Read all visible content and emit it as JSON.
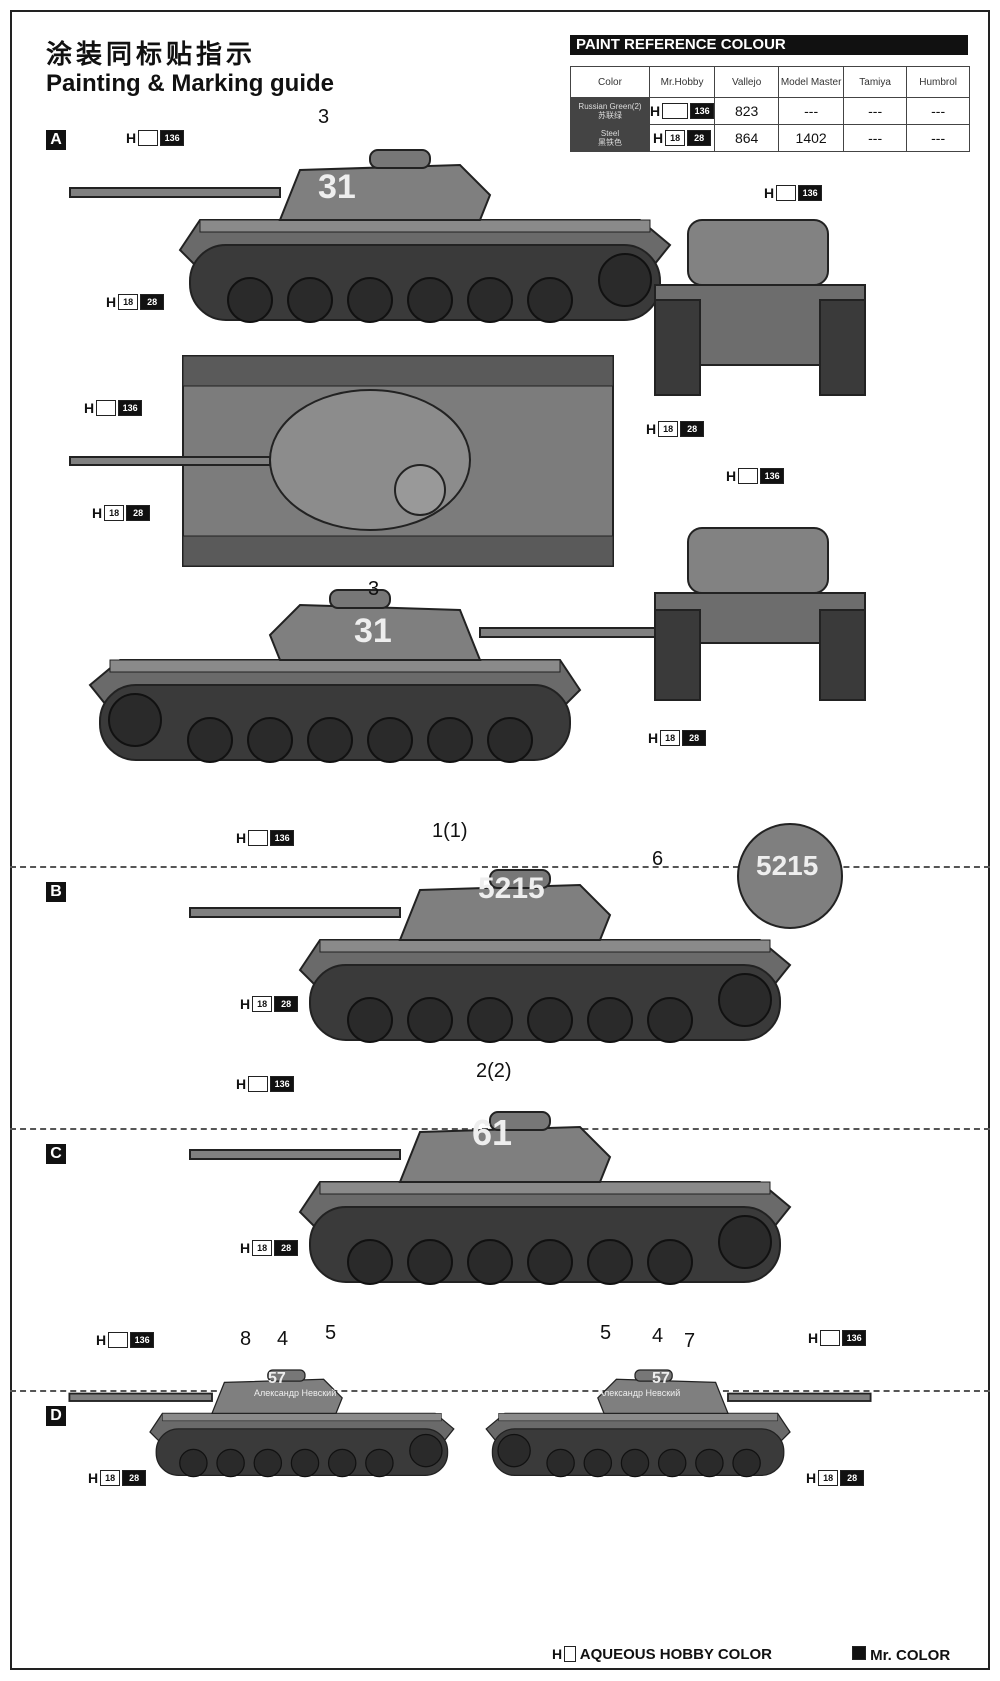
{
  "header": {
    "title_cn": "涂装同标贴指示",
    "title_en": "Painting & Marking guide"
  },
  "paint_reference": {
    "heading": "PAINT REFERENCE COLOUR",
    "columns": [
      "Color",
      "Mr.Hobby",
      "Vallejo",
      "Model Master",
      "Tamiya",
      "Humbrol"
    ],
    "rows": [
      {
        "color_en": "Russian Green(2)",
        "color_cn": "苏联绿",
        "h_code": "",
        "mr_code": "136",
        "vallejo": "823",
        "model_master": "---",
        "tamiya": "---",
        "humbrol": "---"
      },
      {
        "color_en": "Steel",
        "color_cn": "黑铁色",
        "h_code": "18",
        "mr_code": "28",
        "vallejo": "864",
        "model_master": "1402",
        "tamiya": "---",
        "humbrol": "---"
      }
    ]
  },
  "codes": {
    "h": "H",
    "green": "136",
    "steel_h": "18",
    "steel_mr": "28"
  },
  "sections": {
    "a": {
      "letter": "A",
      "turret_number": "31",
      "callout": "3"
    },
    "b": {
      "letter": "B",
      "turret_number": "5215",
      "callout_1": "1(1)",
      "callout_2": "6",
      "inset_number": "5215"
    },
    "c": {
      "letter": "C",
      "turret_number": "61",
      "callout": "2(2)"
    },
    "d": {
      "letter": "D",
      "left_callouts": [
        "8",
        "4",
        "5"
      ],
      "right_callouts": [
        "5",
        "4",
        "7"
      ],
      "turret_number": "57",
      "slogan_1": "Александр",
      "slogan_2": "Невский"
    }
  },
  "legend": {
    "aqueous": "AQUEOUS HOBBY COLOR",
    "mr_color": "Mr. COLOR",
    "h_mark": "H"
  },
  "colors": {
    "tank_body": "#7d7d7d",
    "tank_dark": "#4a4a4a",
    "track": "#2e2e2e",
    "outline": "#222222"
  }
}
